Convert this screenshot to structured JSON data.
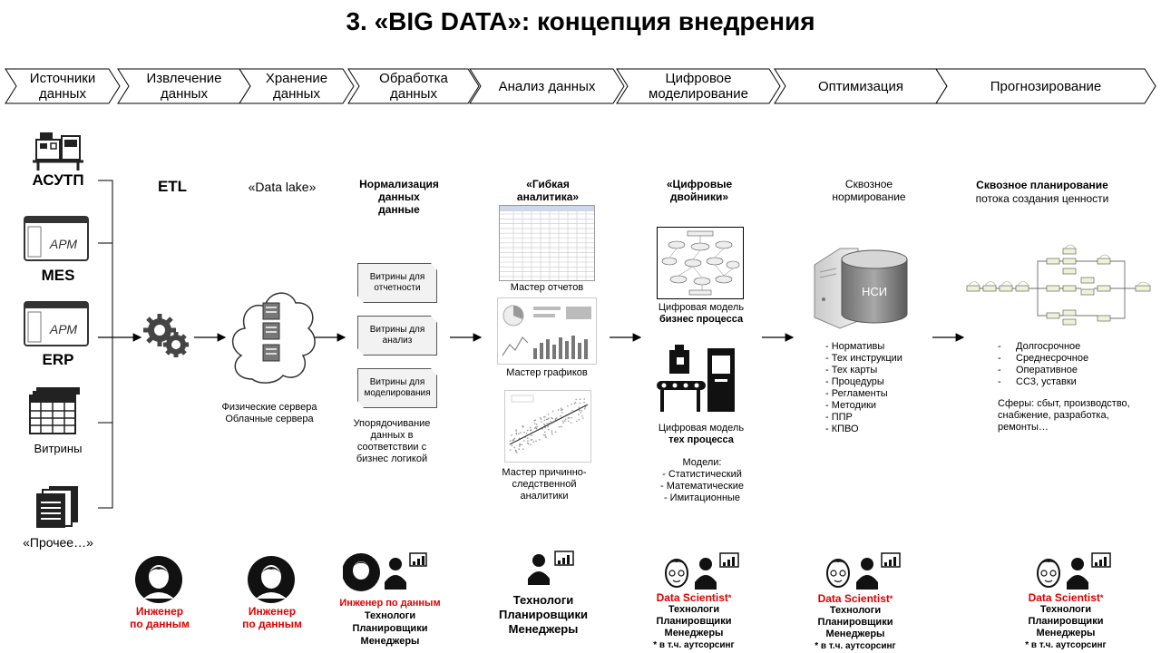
{
  "title": "3. «BIG DATA»: концепция внедрения",
  "stages": [
    {
      "label": "Источники данных"
    },
    {
      "label": "Извлечение данных"
    },
    {
      "label": "Хранение данных"
    },
    {
      "label": "Обработка данных"
    },
    {
      "label": "Анализ данных"
    },
    {
      "label": "Цифровое моделирование"
    },
    {
      "label": "Оптимизация"
    },
    {
      "label": "Прогнозирование"
    }
  ],
  "sources": {
    "asutp": "АСУТП",
    "mes": "MES",
    "erp": "ERP",
    "arm": "АРМ",
    "vitriny": "Витрины",
    "other": "«Прочее…»"
  },
  "etl": {
    "label": "ETL"
  },
  "lake": {
    "label": "«Data lake»",
    "caption_1": "Физические сервера",
    "caption_2": "Облачные сервера"
  },
  "processing": {
    "header_1": "Нормализация",
    "header_2": "данных",
    "header_3": "данные",
    "boxes": [
      "Витрины для отчетности",
      "Витрины для анализ",
      "Витрины для моделирования"
    ],
    "caption": "Упорядочивание данных в соответствии с бизнес логикой"
  },
  "analysis": {
    "header_1": "«Гибкая",
    "header_2": "аналитика»",
    "caption_reports": "Мастер отчетов",
    "caption_graphs": "Мастер графиков",
    "caption_causal": "Мастер причинно-следственной аналитики"
  },
  "modeling": {
    "header_1": "«Цифровые",
    "header_2": "двойники»",
    "bp_caption_1": "Цифровая модель",
    "bp_caption_2": "бизнес процесса",
    "tp_caption_1": "Цифровая модель",
    "tp_caption_2": "тех процесса",
    "models_title": "Модели:",
    "models": [
      "- Статистический",
      "- Математические",
      "- Имитационные"
    ]
  },
  "optimization": {
    "header_1": "Сквозное",
    "header_2": "нормирование",
    "cylinder_label": "НСИ",
    "items": [
      "- Нормативы",
      "- Тех инструкции",
      "- Тех карты",
      "- Процедуры",
      "- Регламенты",
      "- Методики",
      "- ППР",
      "- КПВО"
    ]
  },
  "forecast": {
    "header_1": "Сквозное планирование",
    "header_2": "потока  создания ценности",
    "horizons": [
      "Долгосрочное",
      "Среднесрочное",
      "Оперативное",
      "СС3, уставки"
    ],
    "spheres": "Сферы: сбыт, производство, снабжение, разработка, ремонты…"
  },
  "roles": {
    "engineer_1": "Инженер",
    "engineer_2": "по данным",
    "engineer_inline": "Инженер по данным",
    "technologists": "Технологи",
    "planners": "Планировщики",
    "managers": "Менеджеры",
    "data_scientist": "Data Scientist",
    "asterisk": "*",
    "outsourcing": "* в т.ч. аутсорсинг"
  },
  "colors": {
    "red": "#e00000",
    "box": "#f2f2f2",
    "line": "#333333"
  }
}
